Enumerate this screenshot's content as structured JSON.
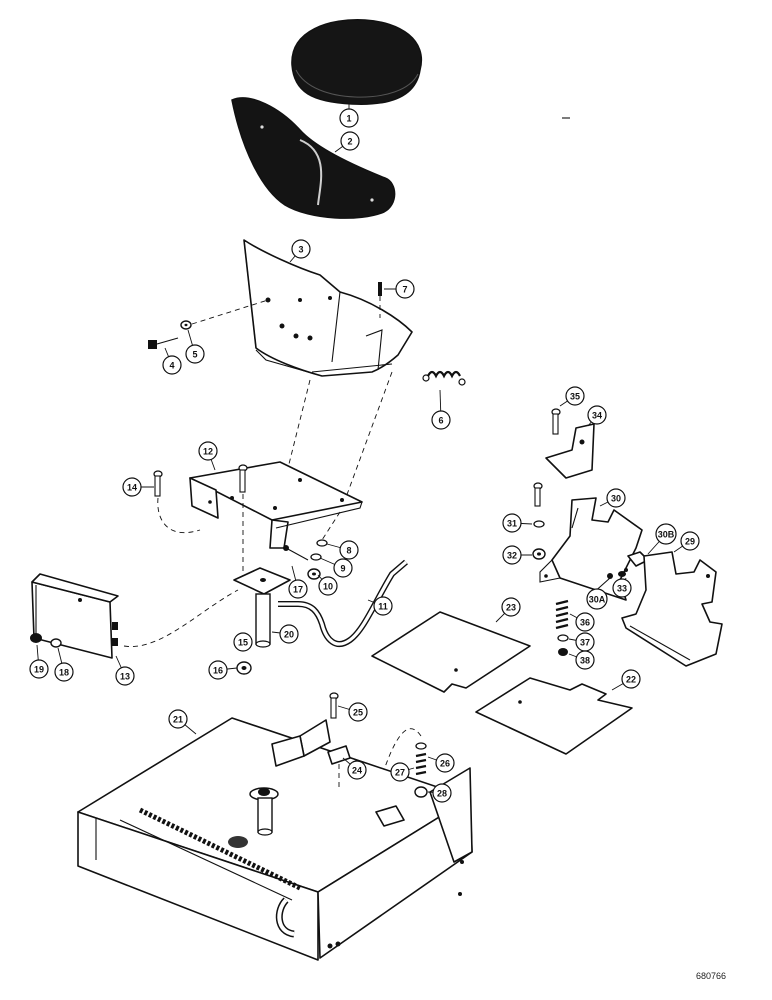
{
  "callouts": [
    "1",
    "2",
    "3",
    "4",
    "5",
    "6",
    "7",
    "8",
    "9",
    "10",
    "11",
    "12",
    "13",
    "14",
    "15",
    "16",
    "17",
    "18",
    "19",
    "20",
    "21",
    "22",
    "23",
    "24",
    "25",
    "26",
    "27",
    "28",
    "29",
    "30",
    "30B",
    "30A",
    "31",
    "32",
    "33",
    "34",
    "35",
    "36",
    "37",
    "38"
  ],
  "drawing_number": "680766"
}
